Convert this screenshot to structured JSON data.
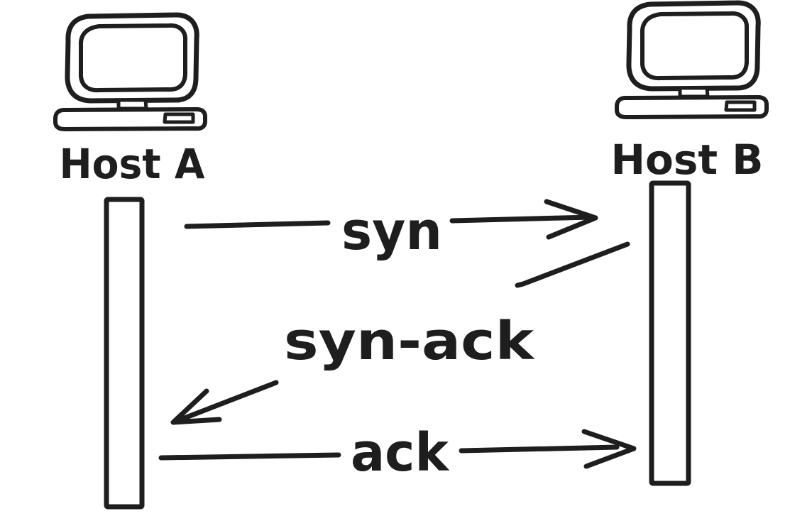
{
  "colors": {
    "ink": "#1e1e1e",
    "background": "#ffffff"
  },
  "hosts": [
    {
      "id": "host-a",
      "label": "Host A",
      "icon": "computer-icon"
    },
    {
      "id": "host-b",
      "label": "Host B",
      "icon": "computer-icon"
    }
  ],
  "messages": [
    {
      "label": "syn",
      "from": "Host A",
      "to": "Host B",
      "direction": "right"
    },
    {
      "label": "syn-ack",
      "from": "Host B",
      "to": "Host A",
      "direction": "left"
    },
    {
      "label": "ack",
      "from": "Host A",
      "to": "Host B",
      "direction": "right"
    }
  ]
}
